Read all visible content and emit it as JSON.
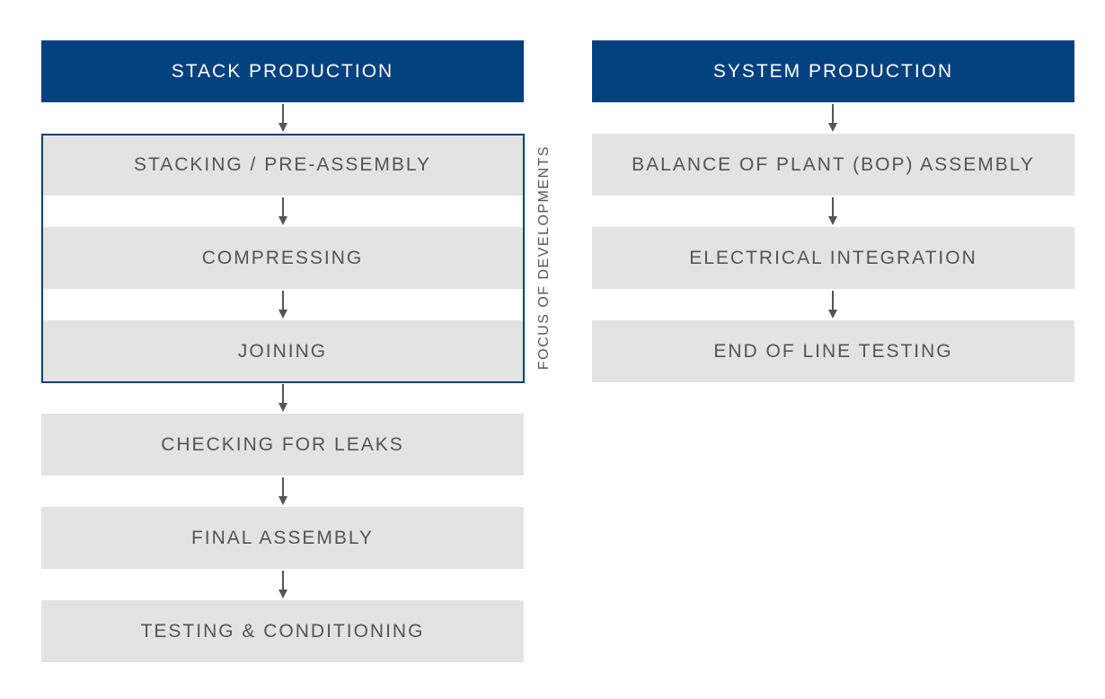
{
  "stack_production": {
    "title": "STACK PRODUCTION",
    "steps": [
      "STACKING / PRE-ASSEMBLY",
      "COMPRESSING",
      "JOINING",
      "CHECKING FOR LEAKS",
      "FINAL ASSEMBLY",
      "TESTING & CONDITIONING"
    ],
    "focus_label": "FOCUS OF DEVELOPMENTS"
  },
  "system_production": {
    "title": "SYSTEM PRODUCTION",
    "steps": [
      "BALANCE OF PLANT (BOP) ASSEMBLY",
      "ELECTRICAL INTEGRATION",
      "END OF LINE TESTING"
    ]
  },
  "colors": {
    "header_bg": "#00417e",
    "step_bg": "#e3e3e3",
    "step_text": "#555555",
    "arrow": "#555555"
  }
}
